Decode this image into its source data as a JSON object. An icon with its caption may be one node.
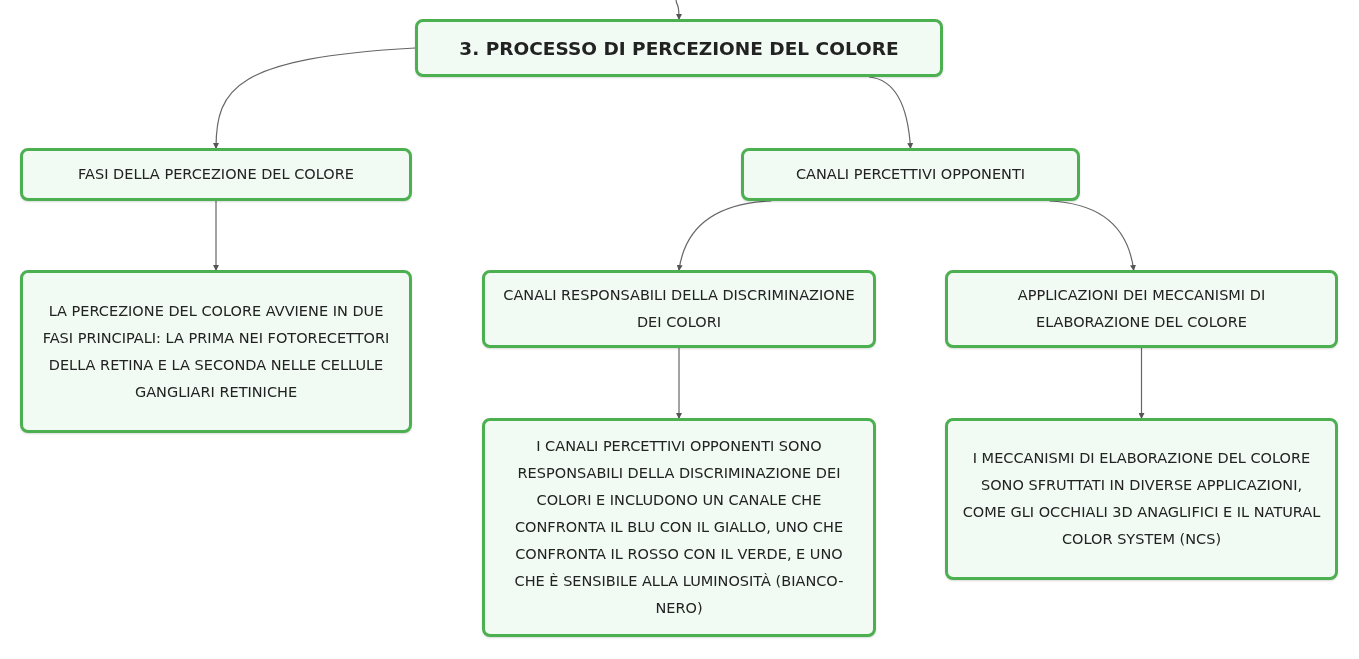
{
  "diagram": {
    "nodes": [
      {
        "text": [
          "3. PROCESSO DI PERCEZIONE DEL COLORE"
        ]
      },
      {
        "text": [
          "FASI DELLA PERCEZIONE DEL COLORE"
        ]
      },
      {
        "text": [
          "CANALI PERCETTIVI OPPONENTI"
        ]
      },
      {
        "text": [
          "LA PERCEZIONE DEL COLORE AVVIENE IN DUE FASI PRINCIPALI: LA PRIMA NEI FOTORECETTORI DELLA RETINA E LA SECONDA NELLE CELLULE GANGLIARI RETINICHE"
        ]
      },
      {
        "text": [
          "CANALI RESPONSABILI DELLA DISCRIMINAZIONE DEI COLORI"
        ]
      },
      {
        "text": [
          "APPLICAZIONI DEI MECCANISMI DI ELABORAZIONE DEL COLORE"
        ]
      },
      {
        "text": [
          "I CANALI PERCETTIVI OPPONENTI SONO RESPONSABILI DELLA DISCRIMINAZIONE DEI COLORI E INCLUDONO UN CANALE CHE CONFRONTA IL BLU CON IL GIALLO, UNO CHE CONFRONTA IL ROSSO CON IL VERDE, E UNO CHE È SENSIBILE ALLA LUMINOSITÀ (BIANCO-NERO)"
        ]
      },
      {
        "text": [
          "I MECCANISMI DI ELABORAZIONE DEL COLORE SONO SFRUTTATI IN DIVERSE APPLICAZIONI, COME GLI OCCHIALI 3D ANAGLIFICI E IL NATURAL COLOR SYSTEM (NCS)"
        ]
      }
    ],
    "edges": [
      {
        "from": null,
        "to": 0,
        "arrow": "to"
      },
      {
        "from": 0,
        "to": 1,
        "arrow": "to"
      },
      {
        "from": 0,
        "to": 2,
        "arrow": "to"
      },
      {
        "from": 1,
        "to": 3,
        "arrow": "to"
      },
      {
        "from": 2,
        "to": 4,
        "arrow": "to"
      },
      {
        "from": 2,
        "to": 5,
        "arrow": "to"
      },
      {
        "from": 4,
        "to": 6,
        "arrow": "to"
      },
      {
        "from": 5,
        "to": 7,
        "arrow": "to"
      }
    ]
  }
}
